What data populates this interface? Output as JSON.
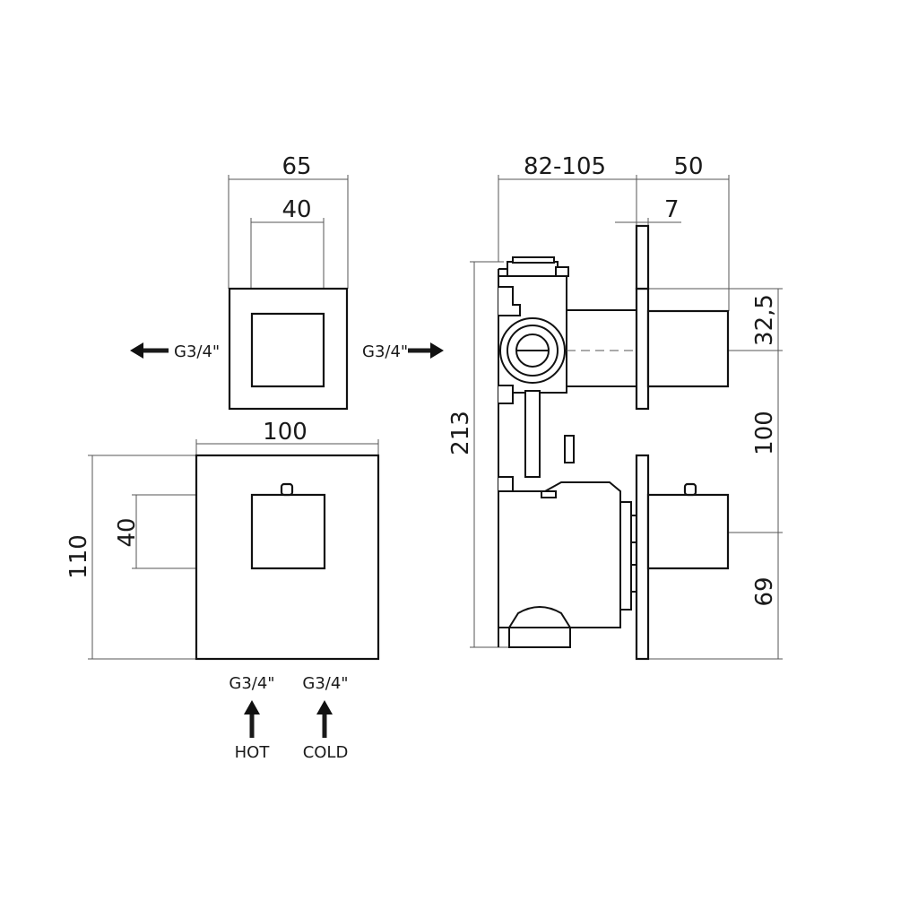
{
  "dimensions": {
    "plate_width_small": "65",
    "handle_width_top": "40",
    "plate_width_front": "100",
    "plate_height_front": "110",
    "handle_height_front": "40",
    "body_depth": "82-105",
    "side_depth": "50",
    "plate_thickness": "7",
    "total_height": "213",
    "top_offset": "32,5",
    "center_spacing": "100",
    "bottom_offset": "69"
  },
  "connections": {
    "outlet_left": "G3/4\"",
    "outlet_right": "G3/4\"",
    "inlet_hot_thread": "G3/4\"",
    "inlet_cold_thread": "G3/4\"",
    "hot_label": "HOT",
    "cold_label": "COLD"
  }
}
